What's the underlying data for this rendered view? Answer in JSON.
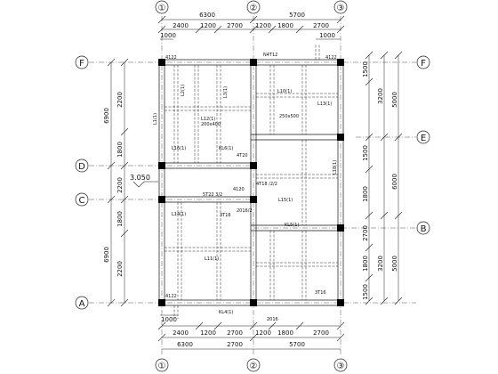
{
  "axes": {
    "vertical": [
      "①",
      "②",
      "③"
    ],
    "horizontal": [
      "F",
      "E",
      "D",
      "C",
      "B",
      "A"
    ]
  },
  "dimensions": {
    "top_total": [
      "6300",
      "5700"
    ],
    "top_segments": [
      "2400",
      "1200",
      "2700",
      "1200",
      "1800",
      "2700"
    ],
    "top_offsets": [
      "1000",
      "1000"
    ],
    "bottom_segments": [
      "2400",
      "1200",
      "2700",
      "1200",
      "1800",
      "2700"
    ],
    "bottom_total": [
      "6300",
      "2700",
      "5700"
    ],
    "bottom_offset": [
      "1000"
    ],
    "left_segments": [
      "2200",
      "1800",
      "2200",
      "1800",
      "2200"
    ],
    "left_totals": [
      "6900",
      "6900"
    ],
    "right_segments": [
      "1500",
      "3200",
      "1500",
      "1800",
      "2700",
      "1800",
      "3200",
      "1500"
    ],
    "right_totals": [
      "5000",
      "6000",
      "5000"
    ]
  },
  "elevation": "3.050",
  "beams": [
    {
      "id": "L1",
      "text": "L1(1)"
    },
    {
      "id": "L2",
      "text": "L2(1)"
    },
    {
      "id": "L3",
      "text": "L3(1)"
    },
    {
      "id": "L10",
      "text": "L10(1)"
    },
    {
      "id": "L11",
      "text": "L11(1)"
    },
    {
      "id": "L12",
      "text": "L12(1)"
    },
    {
      "id": "L13",
      "text": "L13(1)"
    },
    {
      "id": "L14",
      "text": "L14(1)"
    },
    {
      "id": "L15",
      "text": "L15(1)"
    },
    {
      "id": "L16",
      "text": "L16(1)"
    },
    {
      "id": "L18",
      "text": "L18(1)"
    },
    {
      "id": "KL4",
      "text": "KL4(1)"
    },
    {
      "id": "KL5",
      "text": "KL5(1)"
    },
    {
      "id": "KL6",
      "text": "KL6(1)"
    }
  ],
  "annotations": {
    "t1": "200x400",
    "t2": "250x500",
    "t3": "4122",
    "t4": "N4T12",
    "t5": "5T22 3/2",
    "t6": "2016/2",
    "t7": "4T18 /2/2",
    "t8": "4122",
    "t9": "3T16",
    "t10": "4T20",
    "t11": "4120",
    "t12": "3T16",
    "t13": "2016",
    "t14": "4122"
  }
}
